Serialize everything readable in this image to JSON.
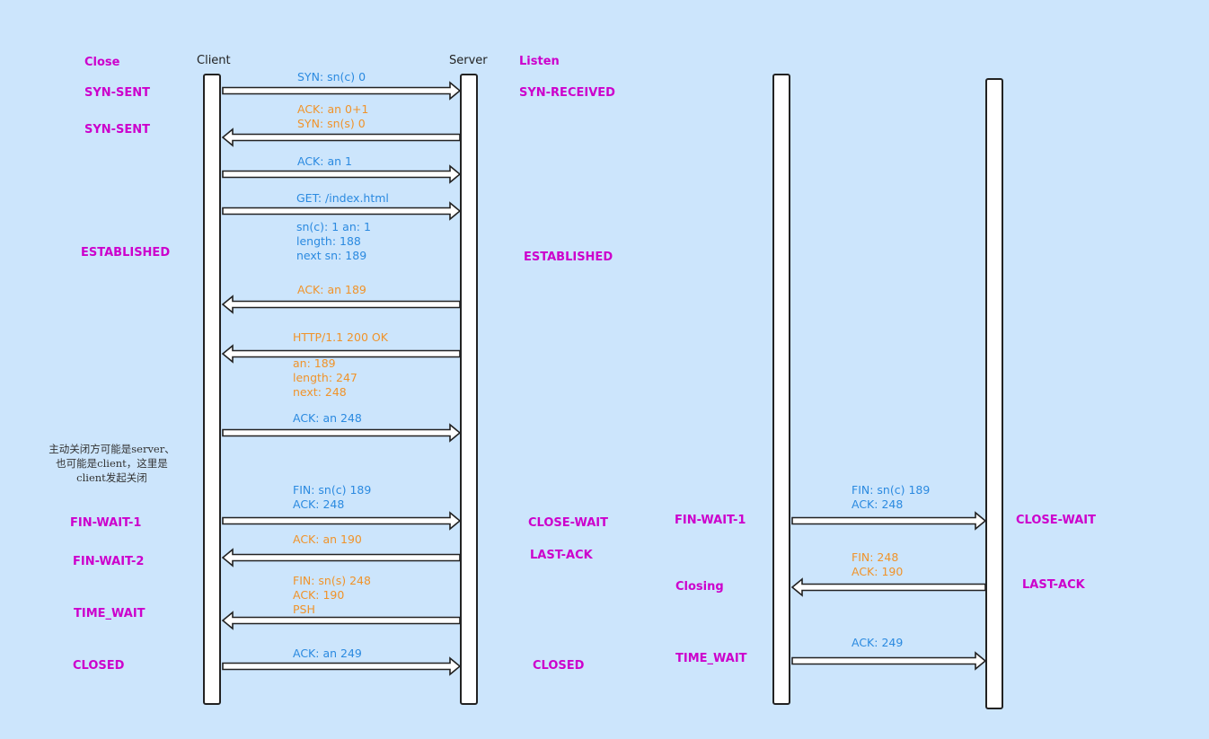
{
  "headers": {
    "client": "Client",
    "server": "Server"
  },
  "left_states": [
    {
      "id": "close",
      "text": "Close"
    },
    {
      "id": "syn-sent-1",
      "text": "SYN-SENT"
    },
    {
      "id": "syn-sent-2",
      "text": "SYN-SENT"
    },
    {
      "id": "established",
      "text": "ESTABLISHED"
    },
    {
      "id": "fin-wait-1",
      "text": "FIN-WAIT-1"
    },
    {
      "id": "fin-wait-2",
      "text": "FIN-WAIT-2"
    },
    {
      "id": "time-wait",
      "text": "TIME_WAIT"
    },
    {
      "id": "closed",
      "text": "CLOSED"
    }
  ],
  "mid_states": [
    {
      "id": "listen",
      "text": "Listen"
    },
    {
      "id": "syn-received",
      "text": "SYN-RECEIVED"
    },
    {
      "id": "established",
      "text": "ESTABLISHED"
    },
    {
      "id": "close-wait",
      "text": "CLOSE-WAIT"
    },
    {
      "id": "last-ack",
      "text": "LAST-ACK"
    },
    {
      "id": "closed",
      "text": "CLOSED"
    }
  ],
  "right_left_states": [
    {
      "id": "fin-wait-1",
      "text": "FIN-WAIT-1"
    },
    {
      "id": "closing",
      "text": "Closing"
    },
    {
      "id": "time-wait",
      "text": "TIME_WAIT"
    }
  ],
  "right_right_states": [
    {
      "id": "close-wait",
      "text": "CLOSE-WAIT"
    },
    {
      "id": "last-ack",
      "text": "LAST-ACK"
    }
  ],
  "messages": [
    {
      "lines": [
        "SYN:  sn(c) 0"
      ],
      "color": "blue"
    },
    {
      "lines": [
        "ACK: an 0+1",
        "SYN: sn(s) 0"
      ],
      "color": "orange"
    },
    {
      "lines": [
        "ACK:  an 1"
      ],
      "color": "blue"
    },
    {
      "lines": [
        "GET: /index.html"
      ],
      "color": "blue"
    },
    {
      "lines": [
        "sn(c): 1    an: 1",
        "length: 188",
        "next sn: 189"
      ],
      "color": "blue"
    },
    {
      "lines": [
        "ACK:  an 189"
      ],
      "color": "orange"
    },
    {
      "lines": [
        "HTTP/1.1  200 OK"
      ],
      "color": "orange"
    },
    {
      "lines": [
        "an: 189",
        "length: 247",
        "next: 248"
      ],
      "color": "orange"
    },
    {
      "lines": [
        "ACK:  an 248"
      ],
      "color": "blue"
    },
    {
      "lines": [
        "FIN: sn(c)  189",
        "ACK: 248"
      ],
      "color": "blue"
    },
    {
      "lines": [
        "ACK:  an 190"
      ],
      "color": "orange"
    },
    {
      "lines": [
        "FIN: sn(s) 248",
        "ACK: 190",
        "PSH"
      ],
      "color": "orange"
    },
    {
      "lines": [
        "ACK:  an 249"
      ],
      "color": "blue"
    }
  ],
  "right_messages": [
    {
      "lines": [
        "FIN: sn(c)  189",
        "ACK: 248"
      ],
      "color": "blue"
    },
    {
      "lines": [
        "FIN: 248",
        "ACK: 190"
      ],
      "color": "orange"
    },
    {
      "lines": [
        "ACK: 249"
      ],
      "color": "blue"
    }
  ],
  "note": [
    "主动关闭方可能是server、",
    "也可能是client，这里是",
    "client发起关闭"
  ]
}
